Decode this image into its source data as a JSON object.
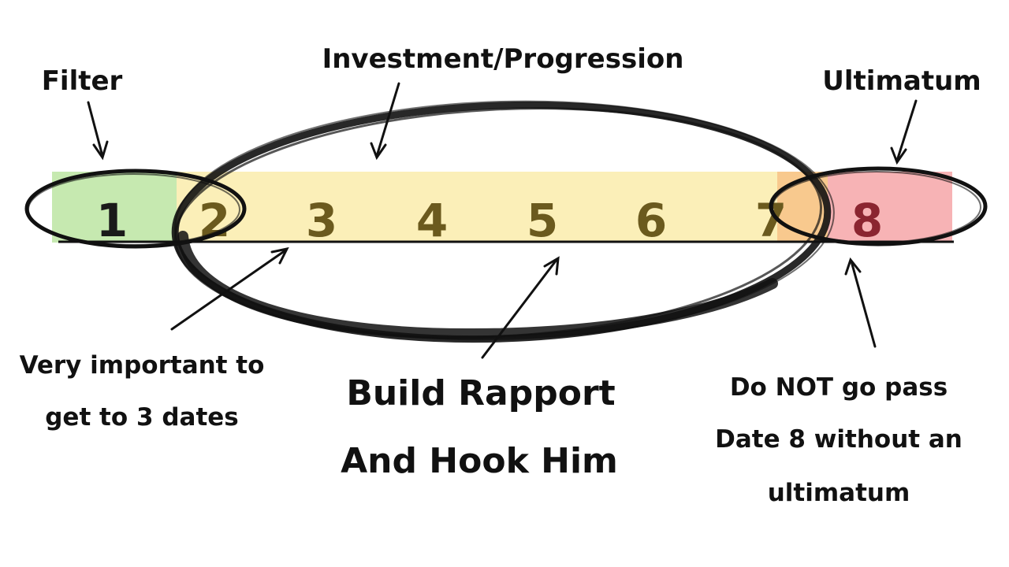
{
  "diagram": {
    "labels": {
      "filter": "Filter",
      "investment": "Investment/Progression",
      "ultimatum": "Ultimatum",
      "very_important_line1": "Very important to",
      "very_important_line2": "get to 3 dates",
      "build_rapport_line1": "Build Rapport",
      "build_rapport_line2": "And Hook Him",
      "do_not_line1": "Do NOT go pass",
      "do_not_line2": "Date 8 without an",
      "do_not_line3": "ultimatum"
    },
    "steps": [
      {
        "label": "1",
        "zone": "filter"
      },
      {
        "label": "2",
        "zone": "investment"
      },
      {
        "label": "3",
        "zone": "investment"
      },
      {
        "label": "4",
        "zone": "investment"
      },
      {
        "label": "5",
        "zone": "investment"
      },
      {
        "label": "6",
        "zone": "investment"
      },
      {
        "label": "7",
        "zone": "investment"
      },
      {
        "label": "8",
        "zone": "ultimatum"
      }
    ],
    "colors": {
      "filter": "#c6e9b0",
      "investment": "#fbefb8",
      "transition": "#f8c98e",
      "ultimatum": "#f7b3b5",
      "num_default": "#1a1a1a",
      "num_investment": "#6b5a1e",
      "num_ultimatum": "#8b2530",
      "ink": "#111111"
    }
  }
}
